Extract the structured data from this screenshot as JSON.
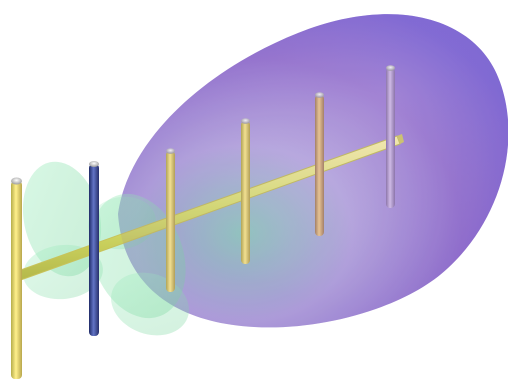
{
  "scene": {
    "colors": {
      "background": "#ffffff",
      "main_lobe_light": "#8fd9b0",
      "main_lobe_mid": "#9f70c8",
      "main_lobe_dark": "#6c4bd0",
      "side_lobe": "#95e0b3",
      "boom": "#dce56d",
      "boom_edge": "#c8c35b",
      "reflector": "#ece06f",
      "driven_element": "#3f4c98",
      "director": "#f0c66f"
    },
    "elements": [
      {
        "name": "reflector",
        "color": "#ece06f"
      },
      {
        "name": "driven_element",
        "color": "#3f4c98"
      },
      {
        "name": "director_1",
        "color": "#e6e56a"
      },
      {
        "name": "director_2",
        "color": "#d8d876"
      },
      {
        "name": "director_3",
        "color": "#d7b57c"
      },
      {
        "name": "director_4",
        "color": "#c89a7c"
      }
    ],
    "icons": {
      "main_lobe": "radiation-lobe-icon",
      "side_lobes": "side-lobe-icon",
      "boom": "boom-bar-icon"
    }
  }
}
